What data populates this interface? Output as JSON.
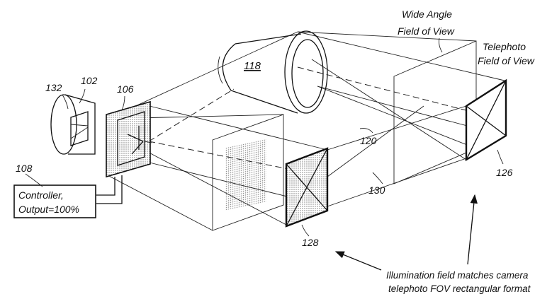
{
  "labels": {
    "wide_angle_line1": "Wide Angle",
    "wide_angle_line2": "Field of View",
    "telephoto_line1": "Telephoto",
    "telephoto_line2": "Field of View",
    "ref_118": "118",
    "ref_132": "132",
    "ref_102": "102",
    "ref_106": "106",
    "ref_108": "108",
    "ref_120": "120",
    "ref_130": "130",
    "ref_126": "126",
    "ref_128": "128",
    "controller_line1": "Controller,",
    "controller_line2": "Output=100%",
    "caption_line1": "Illumination field matches camera",
    "caption_line2": "telephoto FOV rectangular format"
  },
  "colors": {
    "line": "#111111",
    "background": "#ffffff",
    "stipple": "#888888"
  }
}
